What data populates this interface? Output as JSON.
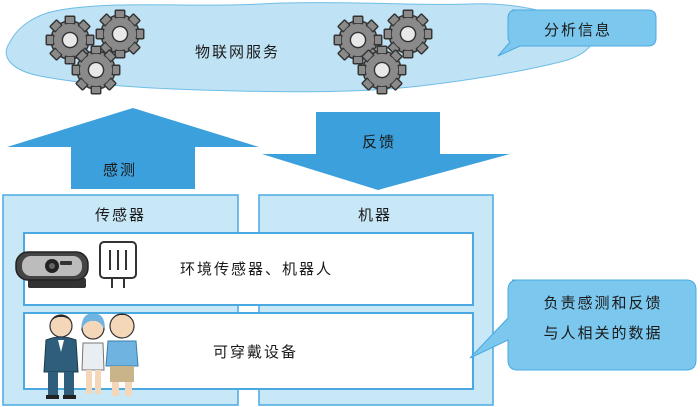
{
  "cloud": {
    "label": "物联网服务"
  },
  "callout_top": {
    "text": "分析信息"
  },
  "arrow_up": {
    "label": "感测"
  },
  "arrow_down": {
    "label": "反馈"
  },
  "columns": {
    "left_title": "传感器",
    "right_title": "机器"
  },
  "row1": {
    "label": "环境传感器、机器人"
  },
  "row2": {
    "label": "可穿戴设备"
  },
  "callout_bottom": {
    "line1": "负责感测和反馈",
    "line2": "与人相关的数据"
  },
  "colors": {
    "sky": "#bfe3f5",
    "arrow": "#3ca0dc",
    "panel_fill": "#c9e8f7",
    "panel_stroke": "#4aa9e0",
    "callout": "#7cc7ee",
    "gear": "#7a7a7a"
  },
  "icons": [
    "cloud-shape",
    "gear-icon",
    "camera-icon",
    "plug-icon",
    "person-icon"
  ]
}
